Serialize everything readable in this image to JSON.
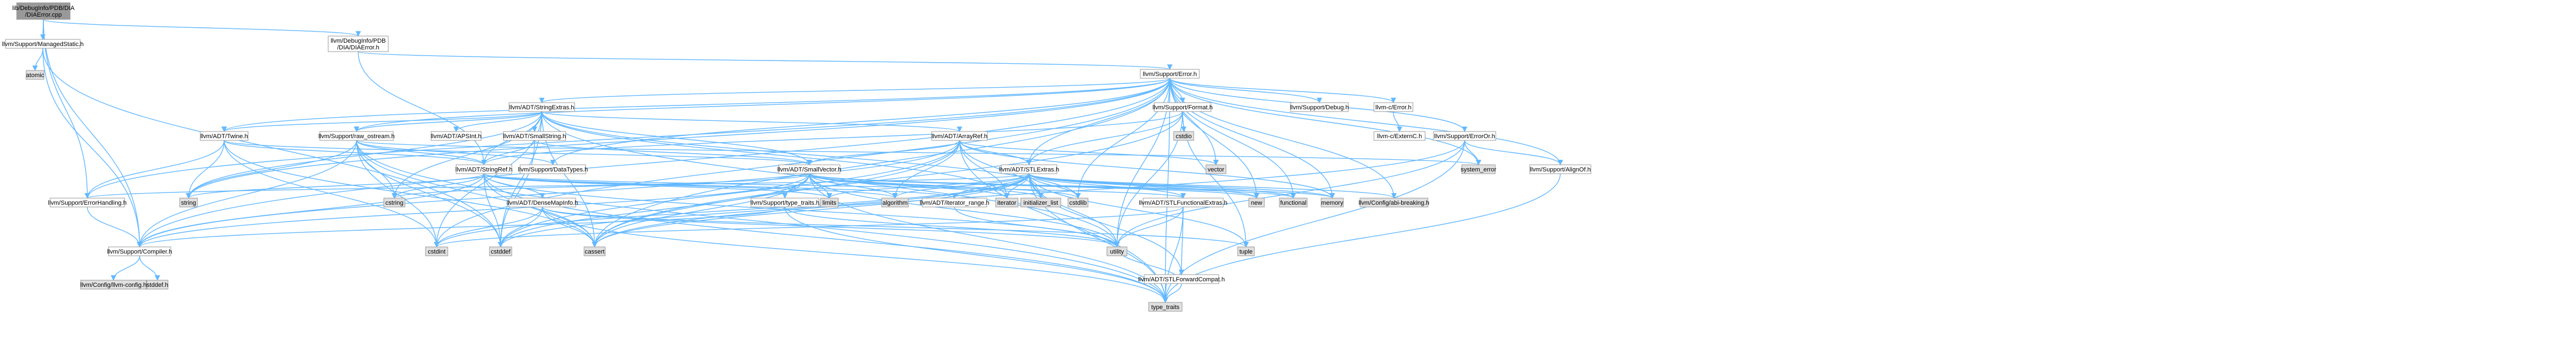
{
  "colors": {
    "root_fill": "#999999",
    "node_fill": "#ffffff",
    "system_fill": "#e0e0e0",
    "border": "#999999",
    "error_border": "#ff0000",
    "edge": "#63b8ff",
    "text": "#000000"
  },
  "nodes": {
    "root": {
      "lines": [
        "lib/DebugInfo/PDB/DIA",
        "/DIAError.cpp"
      ],
      "kind": "root"
    },
    "managedstatic": {
      "lines": [
        "llvm/Support/ManagedStatic.h"
      ],
      "kind": "normal"
    },
    "diaerror_h": {
      "lines": [
        "llvm/DebugInfo/PDB",
        "/DIA/DIAError.h"
      ],
      "kind": "normal"
    },
    "atomic": {
      "lines": [
        "atomic"
      ],
      "kind": "system"
    },
    "support_error": {
      "lines": [
        "llvm/Support/Error.h"
      ],
      "kind": "normal"
    },
    "stringextras": {
      "lines": [
        "llvm/ADT/StringExtras.h"
      ],
      "kind": "normal"
    },
    "twine": {
      "lines": [
        "llvm/ADT/Twine.h"
      ],
      "kind": "normal"
    },
    "raw_ostream": {
      "lines": [
        "llvm/Support/raw_ostream.h"
      ],
      "kind": "error"
    },
    "apsint": {
      "lines": [
        "llvm/ADT/APSInt.h"
      ],
      "kind": "error"
    },
    "smallstring": {
      "lines": [
        "llvm/ADT/SmallString.h"
      ],
      "kind": "normal"
    },
    "arrayref": {
      "lines": [
        "llvm/ADT/ArrayRef.h"
      ],
      "kind": "error"
    },
    "format": {
      "lines": [
        "llvm/Support/Format.h"
      ],
      "kind": "normal"
    },
    "debug": {
      "lines": [
        "llvm/Support/Debug.h"
      ],
      "kind": "normal"
    },
    "c_error": {
      "lines": [
        "llvm-c/Error.h"
      ],
      "kind": "normal"
    },
    "erroror": {
      "lines": [
        "llvm/Support/ErrorOr.h"
      ],
      "kind": "normal"
    },
    "cstdio": {
      "lines": [
        "cstdio"
      ],
      "kind": "system"
    },
    "stringref": {
      "lines": [
        "llvm/ADT/StringRef.h"
      ],
      "kind": "normal"
    },
    "datatypes": {
      "lines": [
        "llvm/Support/DataTypes.h"
      ],
      "kind": "error"
    },
    "smallvector": {
      "lines": [
        "llvm/ADT/SmallVector.h"
      ],
      "kind": "normal"
    },
    "stlextras": {
      "lines": [
        "llvm/ADT/STLExtras.h"
      ],
      "kind": "error"
    },
    "vector": {
      "lines": [
        "vector"
      ],
      "kind": "system"
    },
    "c_externc": {
      "lines": [
        "llvm-c/ExternC.h"
      ],
      "kind": "normal"
    },
    "system_error": {
      "lines": [
        "system_error"
      ],
      "kind": "system"
    },
    "alignof": {
      "lines": [
        "llvm/Support/AlignOf.h"
      ],
      "kind": "normal"
    },
    "errorhandling": {
      "lines": [
        "llvm/Support/ErrorHandling.h"
      ],
      "kind": "normal"
    },
    "string": {
      "lines": [
        "string"
      ],
      "kind": "system"
    },
    "cstring": {
      "lines": [
        "cstring"
      ],
      "kind": "system"
    },
    "densemapinfo": {
      "lines": [
        "llvm/ADT/DenseMapInfo.h"
      ],
      "kind": "normal"
    },
    "type_traits_support": {
      "lines": [
        "llvm/Support/type_traits.h"
      ],
      "kind": "normal"
    },
    "limits": {
      "lines": [
        "limits"
      ],
      "kind": "system"
    },
    "algorithm": {
      "lines": [
        "algorithm"
      ],
      "kind": "system"
    },
    "iterator_range": {
      "lines": [
        "llvm/ADT/iterator_range.h"
      ],
      "kind": "normal"
    },
    "iterator": {
      "lines": [
        "iterator"
      ],
      "kind": "system"
    },
    "initializer_list": {
      "lines": [
        "initializer_list"
      ],
      "kind": "system"
    },
    "cstdlib": {
      "lines": [
        "cstdlib"
      ],
      "kind": "system"
    },
    "stlfunctionalextras": {
      "lines": [
        "llvm/ADT/STLFunctionalExtras.h"
      ],
      "kind": "normal"
    },
    "new": {
      "lines": [
        "new"
      ],
      "kind": "system"
    },
    "functional": {
      "lines": [
        "functional"
      ],
      "kind": "system"
    },
    "memory": {
      "lines": [
        "memory"
      ],
      "kind": "system"
    },
    "abibreaking": {
      "lines": [
        "llvm/Config/abi-breaking.h"
      ],
      "kind": "system"
    },
    "compiler": {
      "lines": [
        "llvm/Support/Compiler.h"
      ],
      "kind": "normal"
    },
    "cstdint": {
      "lines": [
        "cstdint"
      ],
      "kind": "system"
    },
    "cstddef": {
      "lines": [
        "cstddef"
      ],
      "kind": "system"
    },
    "cassert": {
      "lines": [
        "cassert"
      ],
      "kind": "system"
    },
    "utility": {
      "lines": [
        "utility"
      ],
      "kind": "system"
    },
    "stlforwardcompat": {
      "lines": [
        "llvm/ADT/STLForwardCompat.h"
      ],
      "kind": "normal"
    },
    "tuple": {
      "lines": [
        "tuple"
      ],
      "kind": "system"
    },
    "type_traits": {
      "lines": [
        "type_traits"
      ],
      "kind": "system"
    },
    "llvm_config": {
      "lines": [
        "llvm/Config/llvm-config.h"
      ],
      "kind": "system"
    },
    "stddef": {
      "lines": [
        "stddef.h"
      ],
      "kind": "system"
    }
  },
  "edges": [
    [
      "root",
      "managedstatic"
    ],
    [
      "root",
      "diaerror_h"
    ],
    [
      "root",
      "errorhandling"
    ],
    [
      "root",
      "compiler"
    ],
    [
      "managedstatic",
      "atomic"
    ],
    [
      "managedstatic",
      "compiler"
    ],
    [
      "managedstatic",
      "cstddef"
    ],
    [
      "diaerror_h",
      "stringref"
    ],
    [
      "diaerror_h",
      "support_error"
    ],
    [
      "support_error",
      "stringextras"
    ],
    [
      "support_error",
      "twine"
    ],
    [
      "support_error",
      "format"
    ],
    [
      "support_error",
      "debug"
    ],
    [
      "support_error",
      "c_error"
    ],
    [
      "support_error",
      "erroror"
    ],
    [
      "support_error",
      "alignof"
    ],
    [
      "support_error",
      "errorhandling"
    ],
    [
      "support_error",
      "compiler"
    ],
    [
      "support_error",
      "string"
    ],
    [
      "support_error",
      "cassert"
    ],
    [
      "support_error",
      "cstdint"
    ],
    [
      "support_error",
      "cstdlib"
    ],
    [
      "support_error",
      "functional"
    ],
    [
      "support_error",
      "memory"
    ],
    [
      "support_error",
      "new"
    ],
    [
      "support_error",
      "system_error"
    ],
    [
      "support_error",
      "type_traits"
    ],
    [
      "support_error",
      "utility"
    ],
    [
      "support_error",
      "vector"
    ],
    [
      "support_error",
      "abibreaking"
    ],
    [
      "support_error",
      "datatypes"
    ],
    [
      "support_error",
      "raw_ostream"
    ],
    [
      "support_error",
      "stlextras"
    ],
    [
      "stringextras",
      "apsint"
    ],
    [
      "stringextras",
      "arrayref"
    ],
    [
      "stringextras",
      "smallstring"
    ],
    [
      "stringextras",
      "smallvector"
    ],
    [
      "stringextras",
      "stringref"
    ],
    [
      "stringextras",
      "twine"
    ],
    [
      "stringextras",
      "cassert"
    ],
    [
      "stringextras",
      "cstddef"
    ],
    [
      "stringextras",
      "cstdint"
    ],
    [
      "stringextras",
      "cstdlib"
    ],
    [
      "stringextras",
      "cstring"
    ],
    [
      "stringextras",
      "iterator"
    ],
    [
      "stringextras",
      "string"
    ],
    [
      "stringextras",
      "utility"
    ],
    [
      "stringextras",
      "raw_ostream"
    ],
    [
      "twine",
      "smallvector"
    ],
    [
      "twine",
      "stringref"
    ],
    [
      "twine",
      "errorhandling"
    ],
    [
      "twine",
      "cassert"
    ],
    [
      "twine",
      "cstdint"
    ],
    [
      "twine",
      "string"
    ],
    [
      "raw_ostream",
      "stringref"
    ],
    [
      "raw_ostream",
      "datatypes"
    ],
    [
      "raw_ostream",
      "cassert"
    ],
    [
      "raw_ostream",
      "cstddef"
    ],
    [
      "raw_ostream",
      "cstdint"
    ],
    [
      "raw_ostream",
      "cstring"
    ],
    [
      "raw_ostream",
      "string"
    ],
    [
      "raw_ostream",
      "system_error"
    ],
    [
      "raw_ostream",
      "type_traits"
    ],
    [
      "raw_ostream",
      "compiler"
    ],
    [
      "smallstring",
      "smallvector"
    ],
    [
      "smallstring",
      "stringref"
    ],
    [
      "smallstring",
      "cstddef"
    ],
    [
      "arrayref",
      "stlextras"
    ],
    [
      "arrayref",
      "smallvector"
    ],
    [
      "arrayref",
      "compiler"
    ],
    [
      "arrayref",
      "algorithm"
    ],
    [
      "arrayref",
      "array"
    ],
    [
      "arrayref",
      "cassert"
    ],
    [
      "arrayref",
      "cstddef"
    ],
    [
      "arrayref",
      "initializer_list"
    ],
    [
      "arrayref",
      "iterator"
    ],
    [
      "arrayref",
      "memory"
    ],
    [
      "arrayref",
      "type_traits"
    ],
    [
      "arrayref",
      "vector"
    ],
    [
      "format",
      "stlextras"
    ],
    [
      "format",
      "stringref"
    ],
    [
      "format",
      "cassert"
    ],
    [
      "format",
      "cstdio"
    ],
    [
      "format",
      "tuple"
    ],
    [
      "format",
      "utility"
    ],
    [
      "erroror",
      "alignof"
    ],
    [
      "erroror",
      "cassert"
    ],
    [
      "erroror",
      "system_error"
    ],
    [
      "erroror",
      "type_traits"
    ],
    [
      "erroror",
      "utility"
    ],
    [
      "c_error",
      "c_externc"
    ],
    [
      "alignof",
      "type_traits"
    ],
    [
      "stringref",
      "densemapinfo"
    ],
    [
      "stringref",
      "stlfunctionalextras"
    ],
    [
      "stringref",
      "iterator_range"
    ],
    [
      "stringref",
      "compiler"
    ],
    [
      "stringref",
      "algorithm"
    ],
    [
      "stringref",
      "cassert"
    ],
    [
      "stringref",
      "cstddef"
    ],
    [
      "stringref",
      "cstring"
    ],
    [
      "stringref",
      "limits"
    ],
    [
      "stringref",
      "string"
    ],
    [
      "stringref",
      "type_traits"
    ],
    [
      "stringref",
      "utility"
    ],
    [
      "smallvector",
      "compiler"
    ],
    [
      "smallvector",
      "type_traits_support"
    ],
    [
      "smallvector",
      "algorithm"
    ],
    [
      "smallvector",
      "cassert"
    ],
    [
      "smallvector",
      "cstddef"
    ],
    [
      "smallvector",
      "cstdlib"
    ],
    [
      "smallvector",
      "cstring"
    ],
    [
      "smallvector",
      "functional"
    ],
    [
      "smallvector",
      "initializer_list"
    ],
    [
      "smallvector",
      "iterator"
    ],
    [
      "smallvector",
      "limits"
    ],
    [
      "smallvector",
      "memory"
    ],
    [
      "smallvector",
      "new"
    ],
    [
      "smallvector",
      "type_traits"
    ],
    [
      "smallvector",
      "utility"
    ],
    [
      "stlextras",
      "stlforwardcompat"
    ],
    [
      "stlextras",
      "stlfunctionalextras"
    ],
    [
      "stlextras",
      "iterator_range"
    ],
    [
      "stlextras",
      "abibreaking"
    ],
    [
      "stlextras",
      "errorhandling"
    ],
    [
      "stlextras",
      "algorithm"
    ],
    [
      "stlextras",
      "cassert"
    ],
    [
      "stlextras",
      "cstddef"
    ],
    [
      "stlextras",
      "cstdint"
    ],
    [
      "stlextras",
      "cstdlib"
    ],
    [
      "stlextras",
      "functional"
    ],
    [
      "stlextras",
      "initializer_list"
    ],
    [
      "stlextras",
      "iterator"
    ],
    [
      "stlextras",
      "limits"
    ],
    [
      "stlextras",
      "memory"
    ],
    [
      "stlextras",
      "new"
    ],
    [
      "stlextras",
      "optional"
    ],
    [
      "stlextras",
      "tuple"
    ],
    [
      "stlextras",
      "type_traits"
    ],
    [
      "stlextras",
      "utility"
    ],
    [
      "errorhandling",
      "compiler"
    ],
    [
      "densemapinfo",
      "cassert"
    ],
    [
      "densemapinfo",
      "cstddef"
    ],
    [
      "densemapinfo",
      "cstdint"
    ],
    [
      "densemapinfo",
      "tuple"
    ],
    [
      "densemapinfo",
      "type_traits"
    ],
    [
      "densemapinfo",
      "utility"
    ],
    [
      "type_traits_support",
      "compiler"
    ],
    [
      "type_traits_support",
      "type_traits"
    ],
    [
      "type_traits_support",
      "utility"
    ],
    [
      "iterator_range",
      "utility"
    ],
    [
      "stlfunctionalextras",
      "stlforwardcompat"
    ],
    [
      "stlfunctionalextras",
      "cstdint"
    ],
    [
      "stlfunctionalextras",
      "type_traits"
    ],
    [
      "stlfunctionalextras",
      "utility"
    ],
    [
      "stlforwardcompat",
      "type_traits"
    ],
    [
      "stlforwardcompat",
      "utility"
    ],
    [
      "compiler",
      "llvm_config"
    ],
    [
      "compiler",
      "stddef"
    ]
  ]
}
